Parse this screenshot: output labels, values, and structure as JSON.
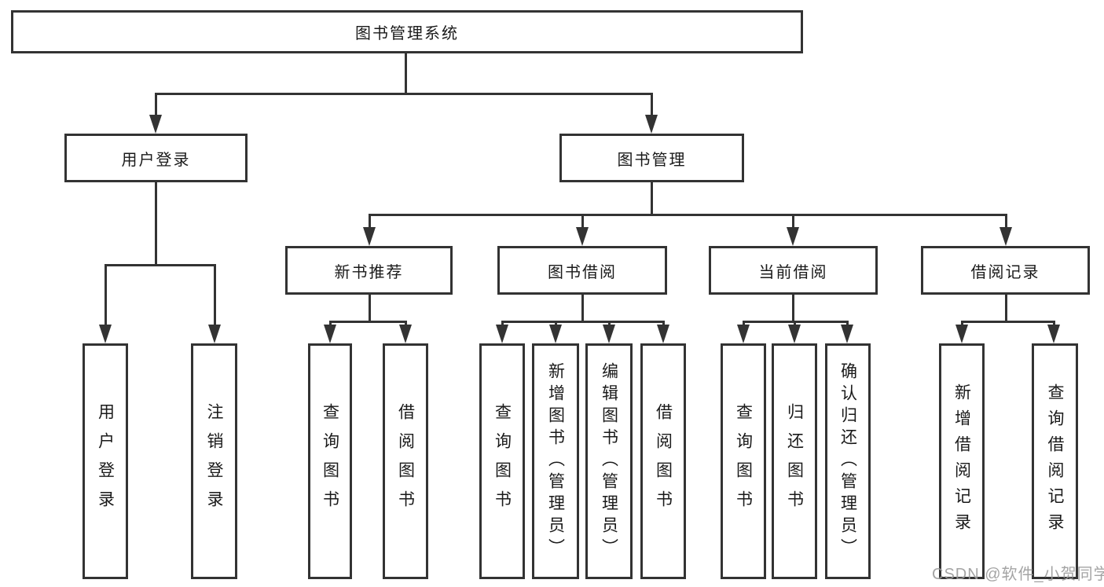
{
  "tree": {
    "root": "图书管理系统",
    "branches": [
      {
        "label": "用户登录",
        "leaves": [
          "用户登录",
          "注销登录"
        ]
      },
      {
        "label": "图书管理",
        "groups": [
          {
            "label": "新书推荐",
            "leaves": [
              "查询图书",
              "借阅图书"
            ]
          },
          {
            "label": "图书借阅",
            "leaves": [
              "查询图书",
              "新增图书（管理员）",
              "编辑图书（管理员）",
              "借阅图书"
            ]
          },
          {
            "label": "当前借阅",
            "leaves": [
              "查询图书",
              "归还图书",
              "确认归还（管理员）"
            ]
          },
          {
            "label": "借阅记录",
            "leaves": [
              "新增借阅记录",
              "查询借阅记录"
            ]
          }
        ]
      }
    ]
  },
  "watermark": "CSDN @软件_小贺同学",
  "colors": {
    "line": "#333333",
    "text": "#1a1a1a",
    "background": "#ffffff",
    "watermark": "#9a9a9a"
  }
}
